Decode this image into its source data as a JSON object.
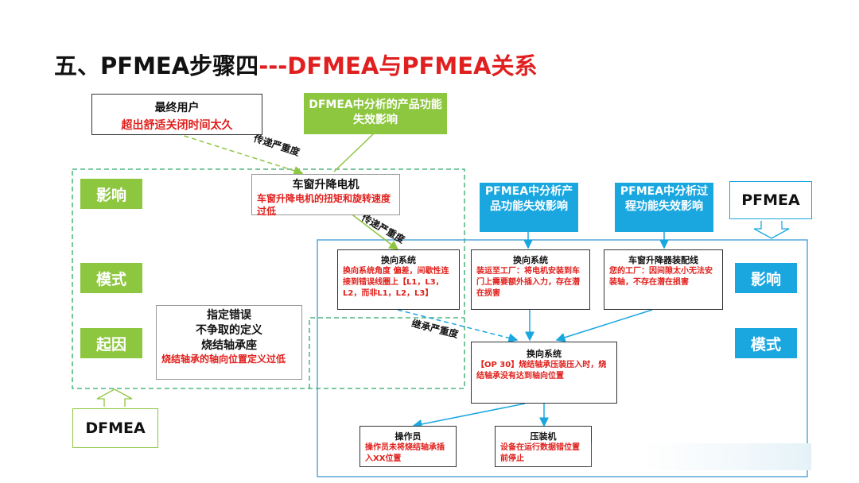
{
  "title": {
    "part1": "五、PFMEA步骤四",
    "part2": "---DFMEA与PFMEA关系"
  },
  "end_user": {
    "heading": "最终用户",
    "text": "超出舒适关闭时间太久"
  },
  "dfmea_product_effect": "DFMEA中分析的产品功能失效影响",
  "transfer_severity_1": "传递严重度",
  "transfer_severity_2": "传递严重度",
  "inherit_severity": "继承严重度",
  "motor": {
    "heading": "车窗升降电机",
    "text": "车窗升降电机的扭矩和旋转速度过低"
  },
  "left_labels": {
    "effect": "影响",
    "mode": "模式",
    "cause": "起因"
  },
  "design_error": {
    "lines": [
      "指定错误",
      "不争取的定义",
      "烧结轴承座"
    ],
    "text": "烧结轴承的轴向位置定义过低"
  },
  "dfmea_tag": "DFMEA",
  "pfmea_tag": "PFMEA",
  "pfmea_product": "PFMEA中分析产品功能失效影响",
  "pfmea_process": "PFMEA中分析过程功能失效影响",
  "right_labels": {
    "effect": "影响",
    "mode": "模式"
  },
  "steering_1": {
    "heading": "换向系统",
    "text": "换向系统角度 偏差，间歇性连接到错误线圈上【L1，L3，L2，而非L1，L2，L3】"
  },
  "steering_2": {
    "heading": "换向系统",
    "text": "装运至工厂：将电机安装到车门上需要额外插入力，存在潜在损害"
  },
  "assembly_line": {
    "heading": "车窗升降器装配线",
    "text": "您的工厂：因间隙太小无法安装轴，不存在潜在损害"
  },
  "steering_3": {
    "heading": "换向系统",
    "text": "【OP 30】烧结轴承压装压入时，烧结轴承没有达到轴向位置"
  },
  "operator": {
    "heading": "操作员",
    "text": "操作员未将烧结轴承插入XX位置"
  },
  "press": {
    "heading": "压装机",
    "text": "设备在运行数据错位置前停止"
  },
  "colors": {
    "green": "#8dc63f",
    "blue": "#1aa7e0",
    "red": "#e0201c",
    "green_dash": "#2ea86a",
    "blue_border": "#3d9bd8"
  }
}
